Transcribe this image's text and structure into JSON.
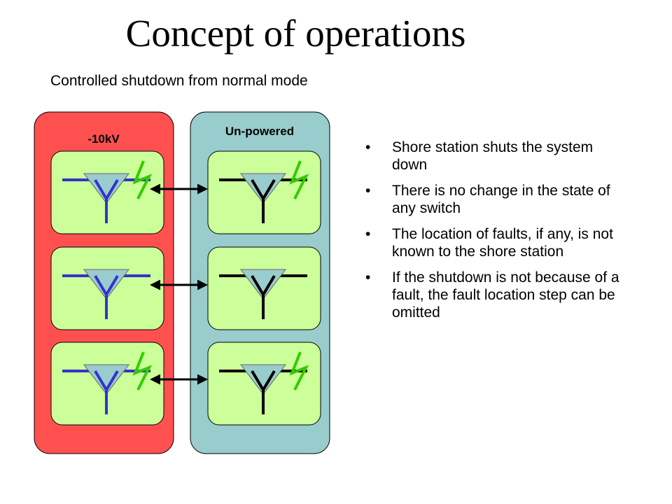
{
  "slide": {
    "title": "Concept of operations",
    "subtitle": "Controlled shutdown from normal mode"
  },
  "diagram": {
    "columns": [
      {
        "label": "-10kV",
        "color": "#ff5050",
        "line_color": "#3333cc",
        "nodes": [
          {
            "fault": true
          },
          {
            "fault": false
          },
          {
            "fault": true
          }
        ]
      },
      {
        "label": "Un-powered",
        "color": "#99cccc",
        "line_color": "#000000",
        "nodes": [
          {
            "fault": true
          },
          {
            "fault": false
          },
          {
            "fault": true
          }
        ]
      }
    ],
    "node_fill": "#ccff99",
    "switch_fill": "#99cccc",
    "fault_color": "#33cc00",
    "connector_icon": "double-arrow-icon",
    "switch_icon": "y-switch-icon",
    "fault_icon": "lightning-bolt-icon"
  },
  "bullets": [
    "Shore station shuts the system down",
    "There is no change in the state of any switch",
    "The location of faults, if any, is not known to the shore station",
    "If the shutdown is not because of a fault, the fault location step can be omitted"
  ]
}
